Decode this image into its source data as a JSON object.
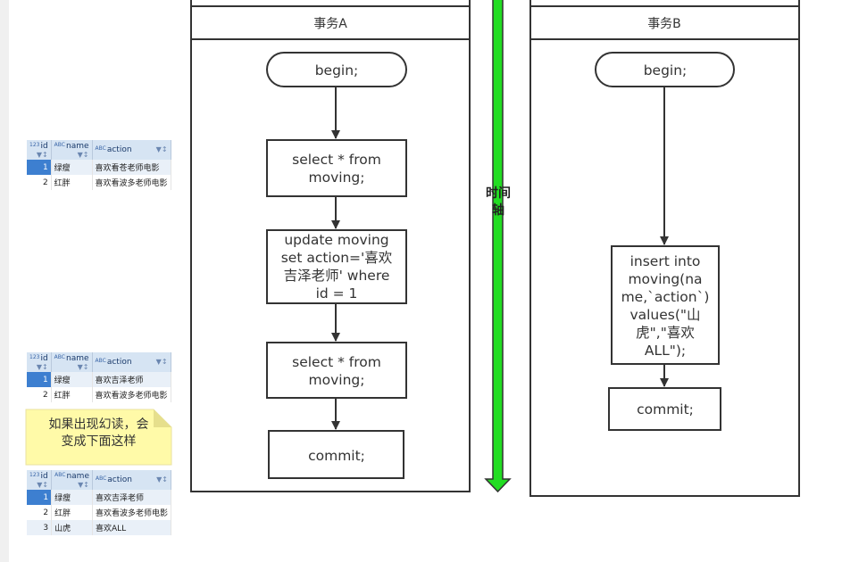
{
  "lanes": {
    "a": {
      "title": "事务A"
    },
    "b": {
      "title": "事务B"
    }
  },
  "timeline": {
    "label_line1": "时间",
    "label_line2": "轴",
    "color": "#22dd22"
  },
  "nodes_a": [
    {
      "lines": [
        "begin;"
      ]
    },
    {
      "lines": [
        "select * from",
        "moving;"
      ]
    },
    {
      "lines": [
        "update moving",
        "set action='喜欢",
        "吉泽老师' where",
        "id = 1"
      ]
    },
    {
      "lines": [
        "select * from",
        "moving;"
      ]
    },
    {
      "lines": [
        "commit;"
      ]
    }
  ],
  "nodes_b": [
    {
      "lines": [
        "begin;"
      ]
    },
    {
      "lines": [
        "insert into",
        "moving(na",
        "me,`action`)",
        "values(\"山",
        "虎\",\"喜欢",
        "ALL\");"
      ]
    },
    {
      "lines": [
        "commit;"
      ]
    }
  ],
  "tables": [
    {
      "headers": [
        "id",
        "name",
        "action"
      ],
      "rows": [
        {
          "id": "1",
          "name": "绿瘦",
          "action": "喜欢看苍老师电影"
        },
        {
          "id": "2",
          "name": "红胖",
          "action": "喜欢看波多老师电影"
        }
      ]
    },
    {
      "headers": [
        "id",
        "name",
        "action"
      ],
      "rows": [
        {
          "id": "1",
          "name": "绿瘦",
          "action": "喜欢吉泽老师"
        },
        {
          "id": "2",
          "name": "红胖",
          "action": "喜欢看波多老师电影"
        }
      ]
    },
    {
      "headers": [
        "id",
        "name",
        "action"
      ],
      "rows": [
        {
          "id": "1",
          "name": "绿瘦",
          "action": "喜欢吉泽老师"
        },
        {
          "id": "2",
          "name": "红胖",
          "action": "喜欢看波多老师电影"
        },
        {
          "id": "3",
          "name": "山虎",
          "action": "喜欢ALL"
        }
      ]
    }
  ],
  "note": {
    "line1": "如果出现幻读，会",
    "line2": "变成下面这样",
    "color": "#fffaa8"
  }
}
